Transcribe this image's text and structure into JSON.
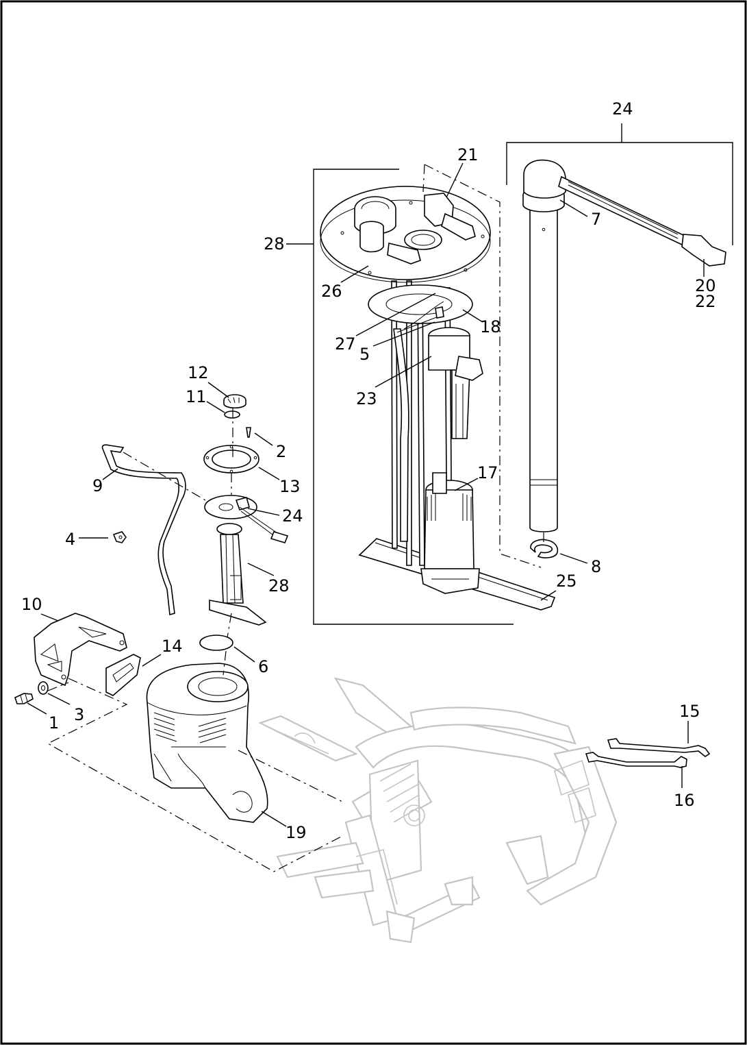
{
  "callouts": {
    "c1": "1",
    "c2": "2",
    "c3": "3",
    "c4": "4",
    "c5": "5",
    "c6": "6",
    "c7": "7",
    "c8": "8",
    "c9": "9",
    "c10": "10",
    "c11": "11",
    "c12": "12",
    "c13": "13",
    "c14": "14",
    "c15": "15",
    "c16": "16",
    "c17": "17",
    "c18": "18",
    "c19": "19",
    "c20": "20",
    "c21": "21",
    "c22": "22",
    "c23": "23",
    "c24_main": "24",
    "c24_top": "24",
    "c25": "25",
    "c26": "26",
    "c27": "27",
    "c28_main": "28",
    "c28_box": "28"
  }
}
